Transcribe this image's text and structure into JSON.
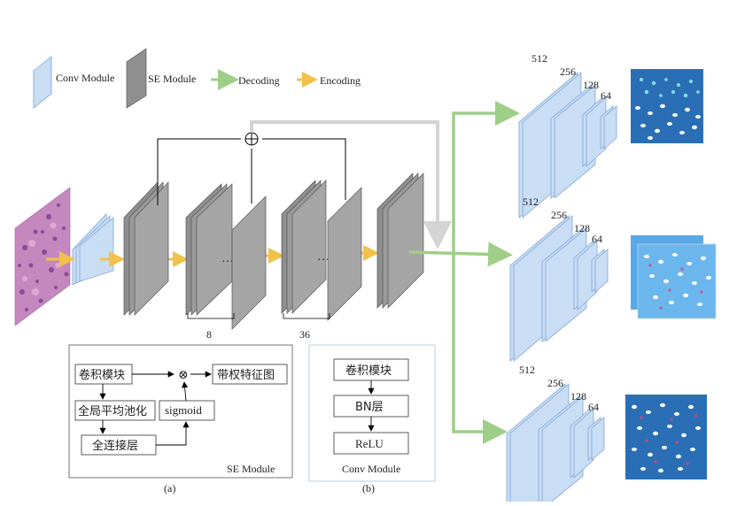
{
  "legend": {
    "conv": "Conv Module",
    "se": "SE Module",
    "decoding": "Decoding",
    "encoding": "Encoding"
  },
  "encoder": {
    "repeat_a": "8",
    "repeat_b": "36",
    "dots": "…"
  },
  "decoders": [
    {
      "sizes": [
        "512",
        "256",
        "128",
        "64"
      ]
    },
    {
      "sizes": [
        "512",
        "256",
        "128",
        "64"
      ]
    },
    {
      "sizes": [
        "512",
        "256",
        "128",
        "64"
      ]
    }
  ],
  "panel_a": {
    "conv_block": "卷积模块",
    "gap": "全局平均池化",
    "fc": "全连接层",
    "sigmoid": "sigmoid",
    "weighted": "带权特征图",
    "multiply": "⊗",
    "title": "SE Module",
    "caption": "(a)"
  },
  "panel_b": {
    "conv_block": "卷积模块",
    "bn": "BN层",
    "relu": "ReLU",
    "title": "Conv Module",
    "caption": "(b)"
  },
  "colors": {
    "conv_fill": "#c9ddf5",
    "conv_stroke": "#7fa6d6",
    "se_fill": "#8f8f8f",
    "decoding": "#9fce88",
    "encoding": "#f2c14a",
    "skip": "#d4d4d4",
    "mask_bg": "#2a6fb5"
  }
}
